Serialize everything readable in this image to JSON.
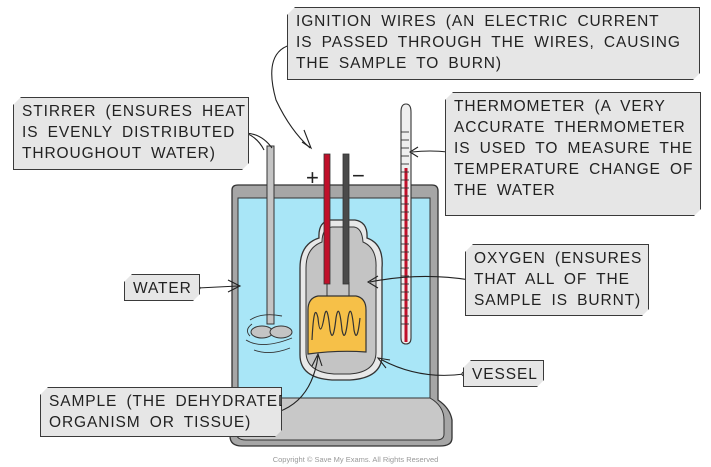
{
  "diagram": {
    "title": "Bomb calorimeter",
    "labels": {
      "ignition_wires": {
        "term": "IGNITION WIRES",
        "lines": [
          "IGNITION WIRES (AN ELECTRIC CURRENT",
          "IS PASSED THROUGH THE WIRES, CAUSING",
          "THE SAMPLE TO BURN)"
        ]
      },
      "stirrer": {
        "term": "STIRRER",
        "lines": [
          "STIRRER (ENSURES HEAT",
          "IS EVENLY DISTRIBUTED",
          "THROUGHOUT WATER)"
        ]
      },
      "thermometer": {
        "term": "THERMOMETER",
        "lines": [
          "THERMOMETER (A VERY",
          "ACCURATE THERMOMETER",
          "IS USED TO MEASURE THE",
          "TEMPERATURE CHANGE OF",
          "THE WATER"
        ]
      },
      "water": {
        "term": "WATER",
        "lines": [
          "WATER"
        ]
      },
      "oxygen": {
        "term": "OXYGEN",
        "lines": [
          "OXYGEN (ENSURES",
          "THAT ALL OF THE",
          "SAMPLE IS BURNT)"
        ]
      },
      "vessel": {
        "term": "VESSEL",
        "lines": [
          "VESSEL"
        ]
      },
      "sample": {
        "term": "SAMPLE",
        "lines": [
          "SAMPLE (THE DEHYDRATED",
          "ORGANISM OR TISSUE)"
        ]
      }
    },
    "terminals": {
      "positive": "+",
      "negative": "−"
    },
    "colors": {
      "water": "#a9e6f7",
      "container": "#a6a6a6",
      "vessel": "#c4c4c4",
      "positive_wire": "#c0102a",
      "negative_wire": "#4a4a4a",
      "sample": "#f6c048",
      "label_bg": "#e6e6e6",
      "thermometer_liquid": "#c0102a"
    },
    "copyright": "Copyright © Save My Exams. All Rights Reserved"
  }
}
